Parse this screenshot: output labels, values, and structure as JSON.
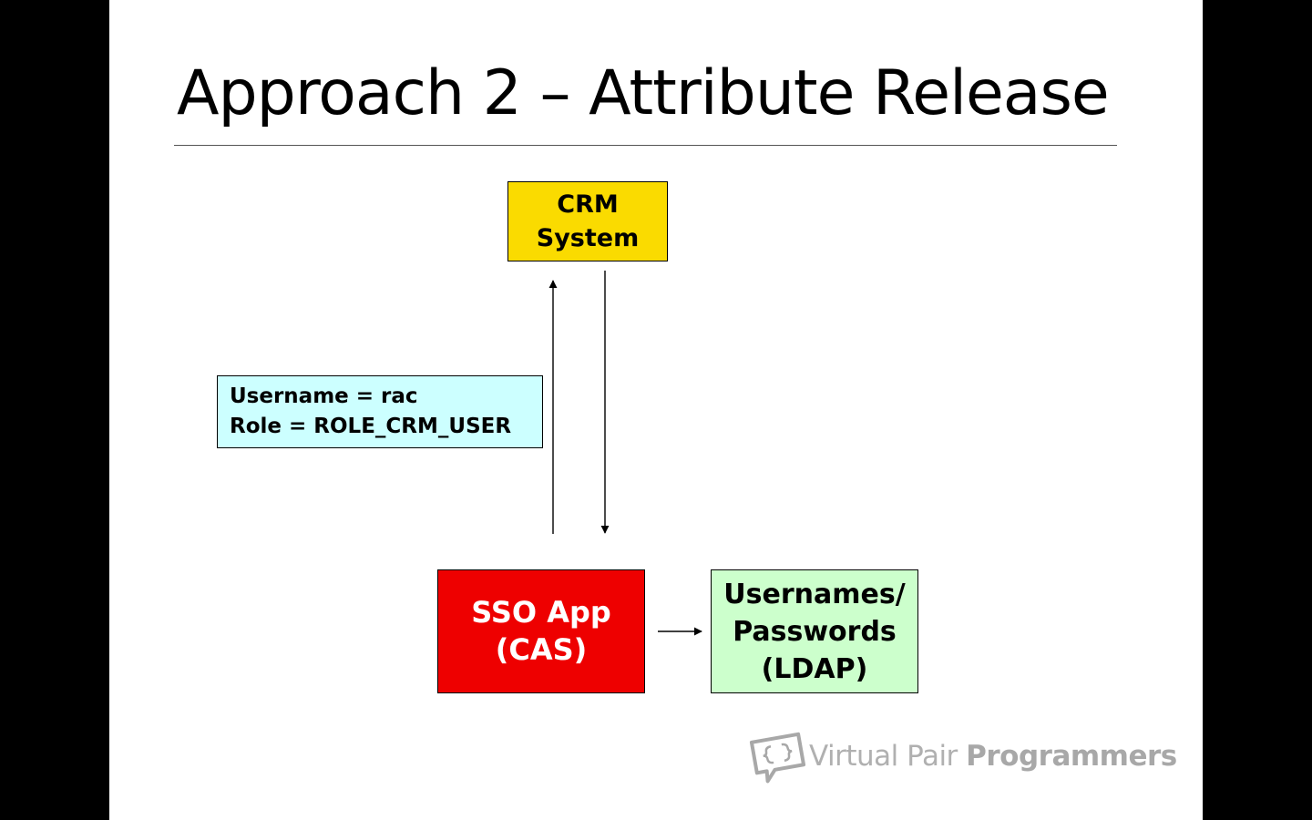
{
  "slide": {
    "title": "Approach 2 – Attribute Release"
  },
  "diagram": {
    "crm_box": {
      "lines": [
        "CRM",
        "System"
      ],
      "fill": "#fadb00"
    },
    "sso_box": {
      "lines": [
        "SSO App",
        "(CAS)"
      ],
      "fill": "#ee0000"
    },
    "ldap_box": {
      "lines": [
        "Usernames/",
        "Passwords",
        "(LDAP)"
      ],
      "fill": "#ccffcc"
    },
    "attributes_box": {
      "lines": [
        "Username = rac",
        "Role = ROLE_CRM_USER"
      ],
      "fill": "#ccffff"
    },
    "arrows": [
      {
        "from": "sso_box",
        "to": "crm_box",
        "label": "attributes_box"
      },
      {
        "from": "crm_box",
        "to": "sso_box"
      },
      {
        "from": "sso_box",
        "to": "ldap_box"
      }
    ]
  },
  "watermark": {
    "logo_icon": "speech-bubble-brackets-icon",
    "name_light": "Virtual Pair ",
    "name_bold": "Programmers"
  },
  "colors": {
    "background": "#000000",
    "slide": "#ffffff"
  }
}
